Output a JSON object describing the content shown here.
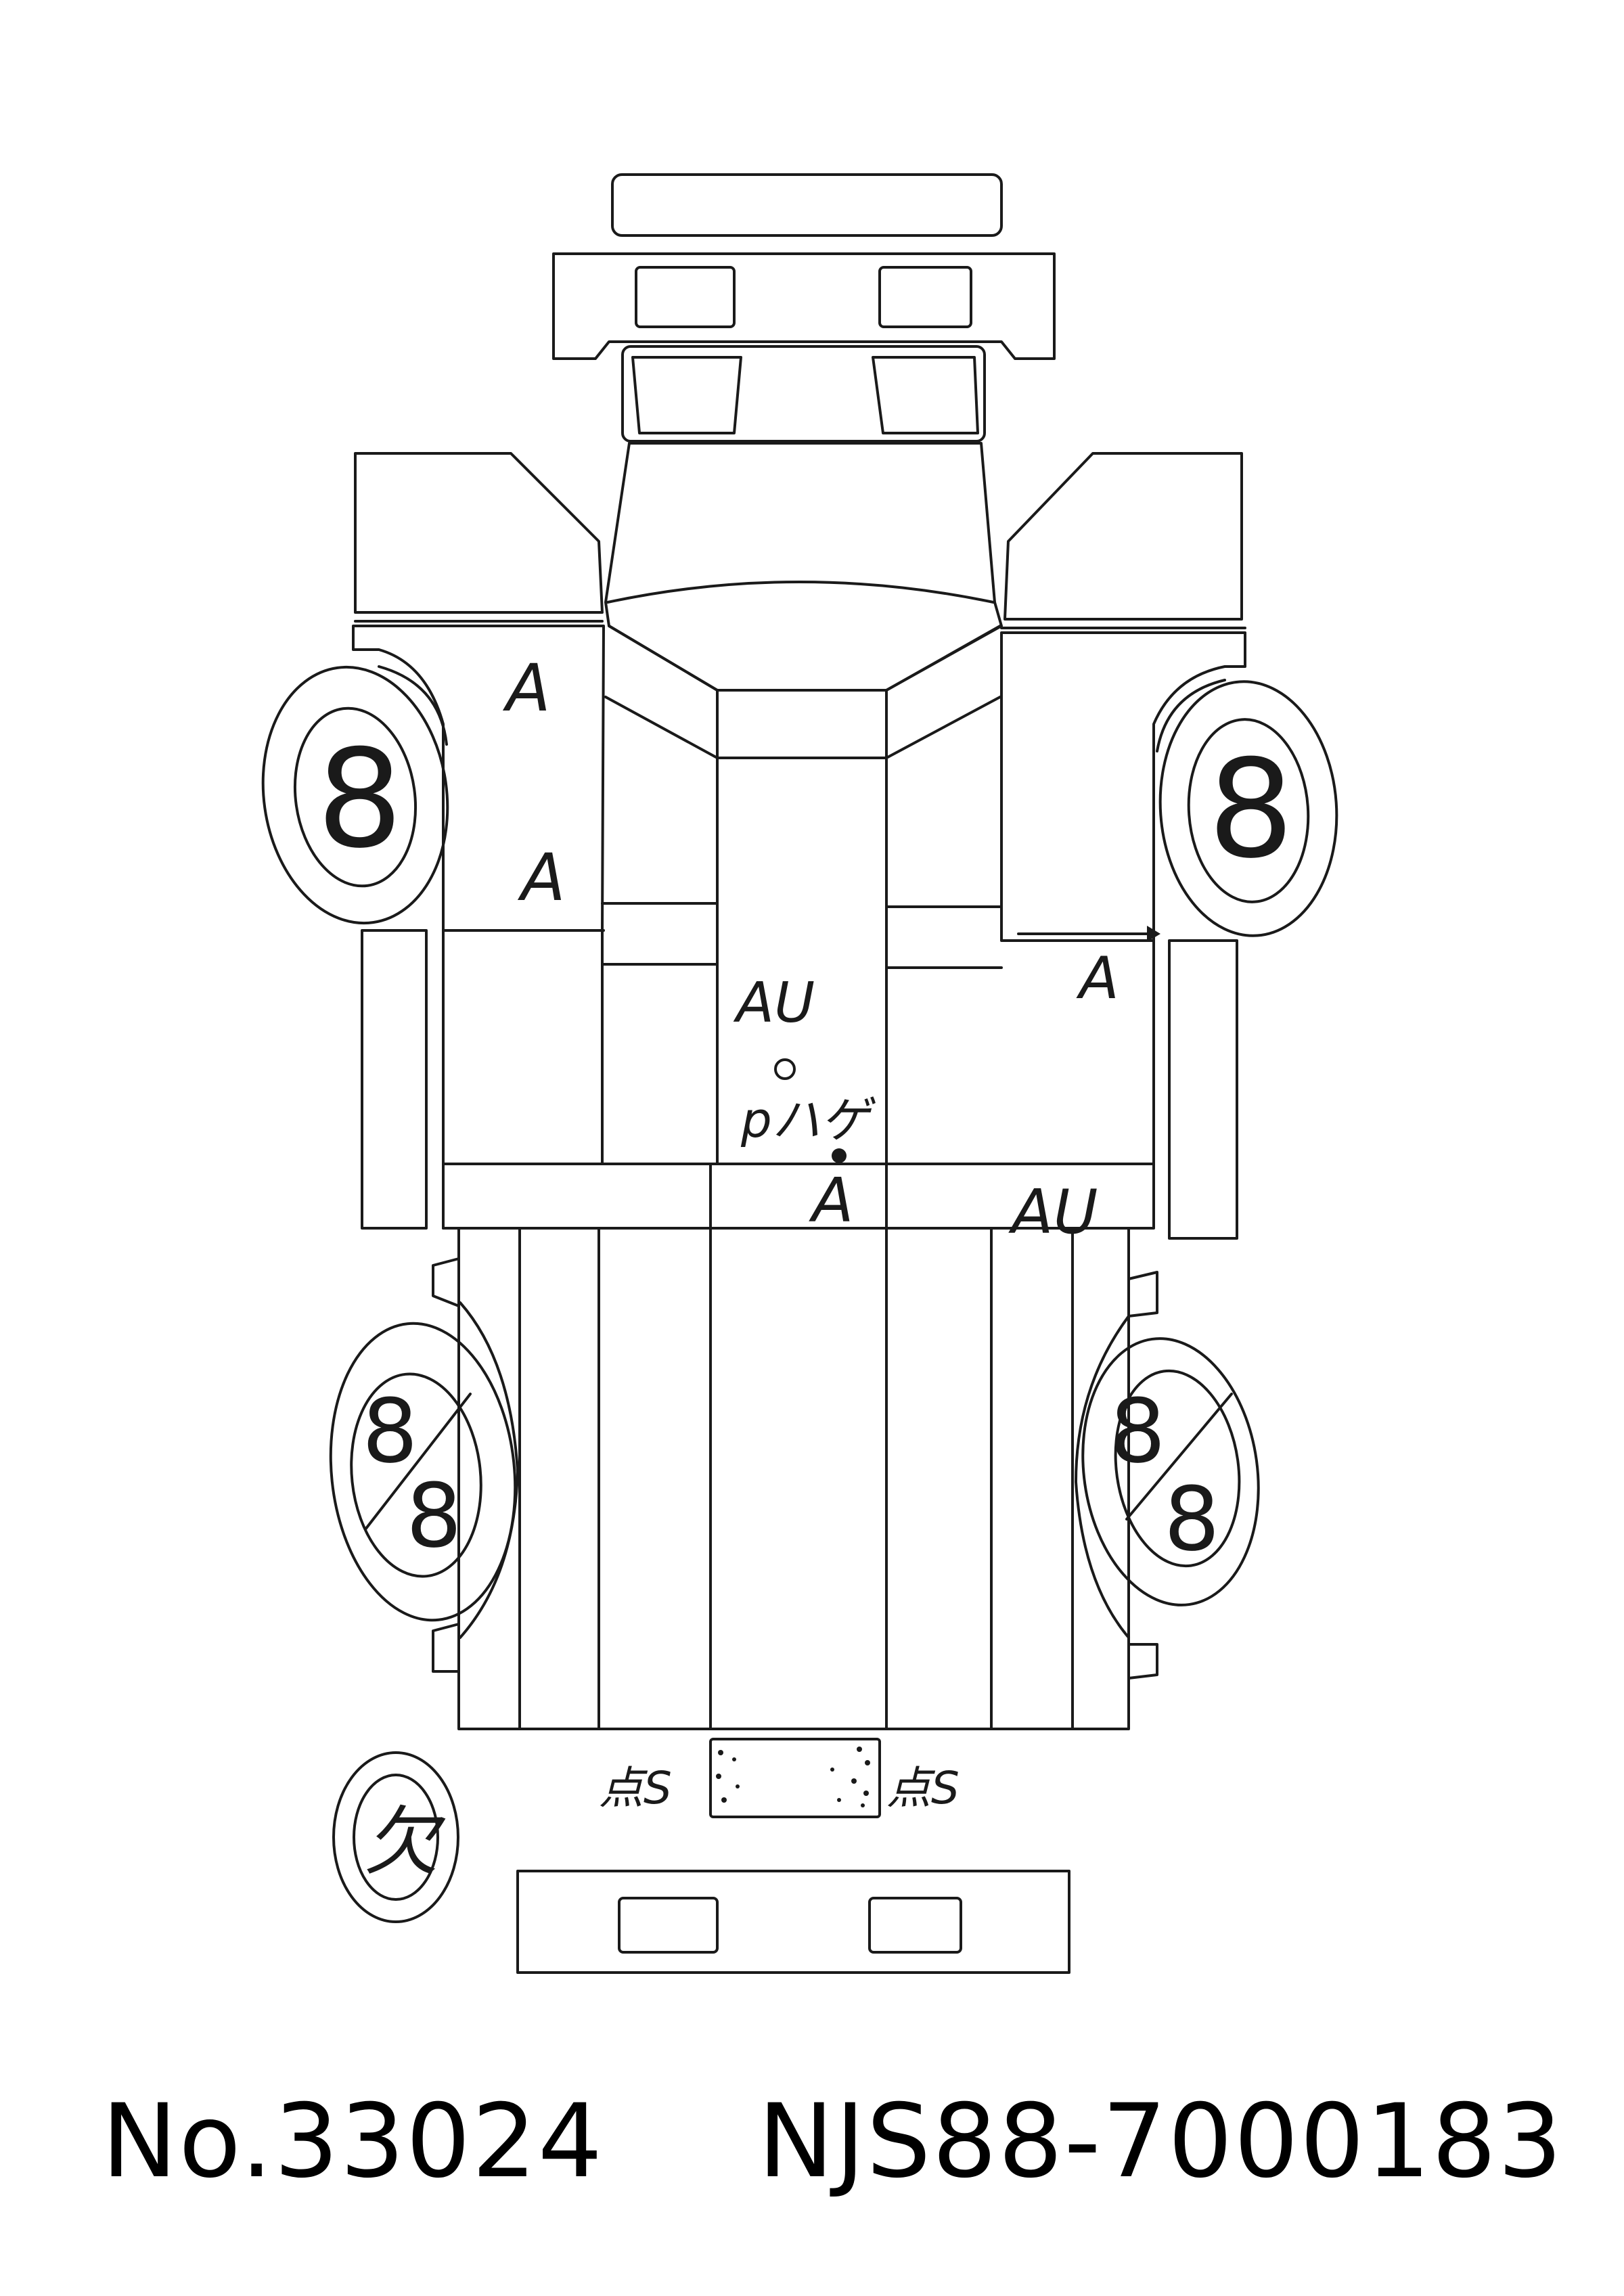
{
  "footer": {
    "lot_number": "No.33024",
    "chassis_number": "NJS88-7000183"
  },
  "marks": {
    "front_left_upper": "A",
    "front_left_lower": "A",
    "right_door_arrow": "A",
    "center_au": "AU",
    "center_pinhole_note": "pハゲ",
    "center_lower": "A",
    "rear_right_au": "AU",
    "rear_panel_left": "点S",
    "rear_panel_right": "点S",
    "spare_tire": "欠"
  },
  "tires": {
    "front_left": "8",
    "front_right": "8",
    "rear_left_top": "8",
    "rear_left_bottom": "8",
    "rear_right_top": "8",
    "rear_right_bottom": "8"
  }
}
